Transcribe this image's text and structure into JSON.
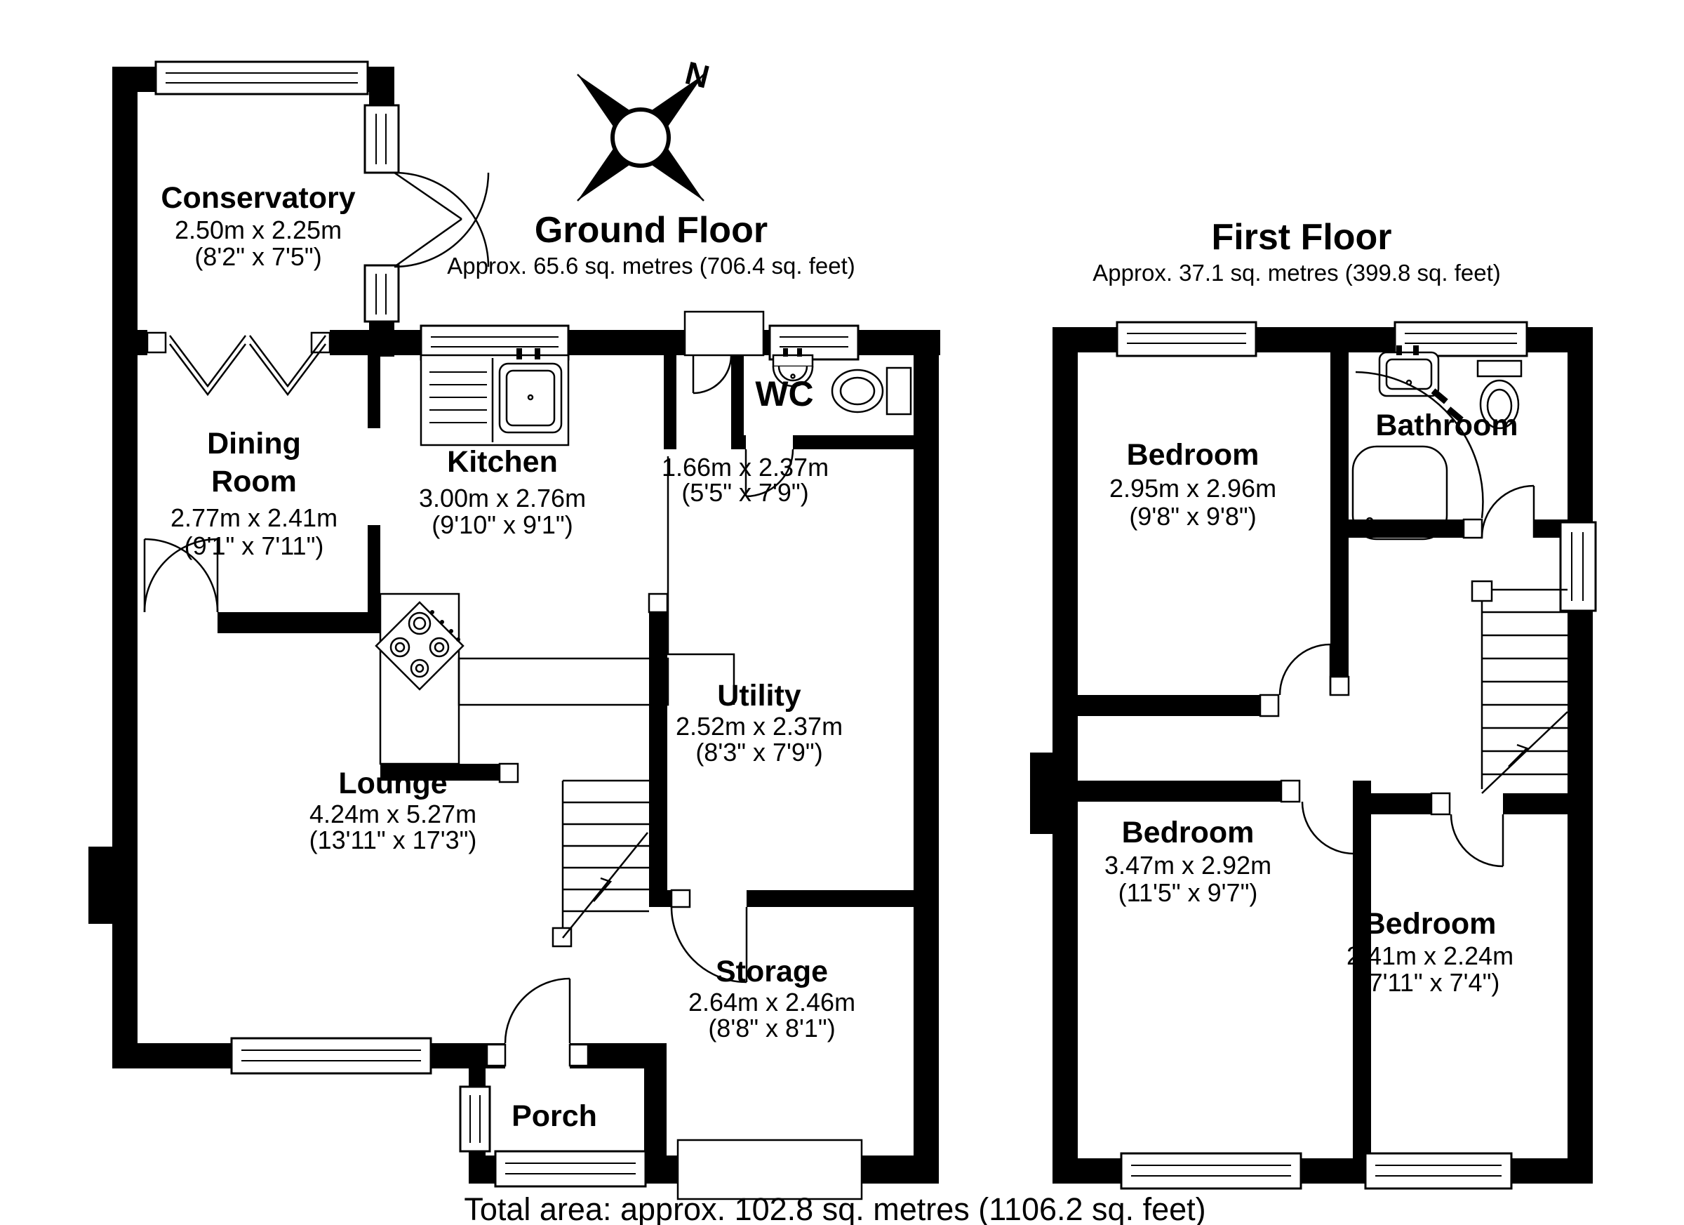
{
  "page": {
    "background": "#ffffff",
    "wall_color": "#000000"
  },
  "ground_floor": {
    "title": "Ground Floor",
    "subtitle": "Approx. 65.6 sq. metres (706.4 sq. feet)",
    "rooms": [
      {
        "id": "conservatory",
        "name_lines": [
          "Conservatory"
        ],
        "dims_m": "2.50m x 2.25m",
        "dims_ft": "(8'2\" x 7'5\")"
      },
      {
        "id": "dining-room",
        "name_lines": [
          "Dining",
          "Room"
        ],
        "dims_m": "2.77m x 2.41m",
        "dims_ft": "(9'1\" x 7'11\")"
      },
      {
        "id": "kitchen",
        "name_lines": [
          "Kitchen"
        ],
        "dims_m": "3.00m x 2.76m",
        "dims_ft": "(9'10\" x 9'1\")"
      },
      {
        "id": "wc",
        "name_lines": [
          "WC"
        ],
        "dims_m": "1.66m x 2.37m",
        "dims_ft": "(5'5\" x 7'9\")"
      },
      {
        "id": "utility",
        "name_lines": [
          "Utility"
        ],
        "dims_m": "2.52m x 2.37m",
        "dims_ft": "(8'3\" x 7'9\")"
      },
      {
        "id": "lounge",
        "name_lines": [
          "Lounge"
        ],
        "dims_m": "4.24m x 5.27m",
        "dims_ft": "(13'11\" x 17'3\")"
      },
      {
        "id": "storage",
        "name_lines": [
          "Storage"
        ],
        "dims_m": "2.64m x 2.46m",
        "dims_ft": "(8'8\" x 8'1\")"
      },
      {
        "id": "porch",
        "name_lines": [
          "Porch"
        ],
        "dims_m": "",
        "dims_ft": ""
      }
    ]
  },
  "first_floor": {
    "title": "First Floor",
    "subtitle": "Approx. 37.1 sq. metres (399.8 sq. feet)",
    "rooms": [
      {
        "id": "bedroom-1",
        "name_lines": [
          "Bedroom"
        ],
        "dims_m": "2.95m x 2.96m",
        "dims_ft": "(9'8\" x 9'8\")"
      },
      {
        "id": "bathroom",
        "name_lines": [
          "Bathroom"
        ],
        "dims_m": "",
        "dims_ft": ""
      },
      {
        "id": "bedroom-2",
        "name_lines": [
          "Bedroom"
        ],
        "dims_m": "3.47m x 2.92m",
        "dims_ft": "(11'5\" x 9'7\")"
      },
      {
        "id": "bedroom-3",
        "name_lines": [
          "Bedroom"
        ],
        "dims_m": "2.41m x 2.24m",
        "dims_ft": "(7'11\" x 7'4\")"
      }
    ]
  },
  "compass": {
    "north_label": "N"
  },
  "footer": {
    "total_area": "Total area: approx. 102.8 sq. metres (1106.2 sq. feet)"
  }
}
